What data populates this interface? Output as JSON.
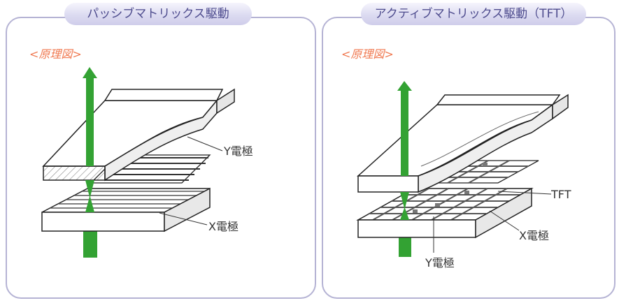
{
  "left_panel": {
    "title": "パッシブマトリックス駆動",
    "sublabel": "<原理図>",
    "y_electrode_label": "Y電極",
    "x_electrode_label": "X電極"
  },
  "right_panel": {
    "title": "アクティブマトリックス駆動（TFT）",
    "sublabel": "<原理図>",
    "tft_label": "TFT",
    "x_electrode_label": "X電極",
    "y_electrode_label": "Y電極"
  },
  "colors": {
    "frame": "#b5b3d4",
    "title_text": "#4e4c8e",
    "sublabel": "#f07a52",
    "light_arrow": "#33a233"
  }
}
